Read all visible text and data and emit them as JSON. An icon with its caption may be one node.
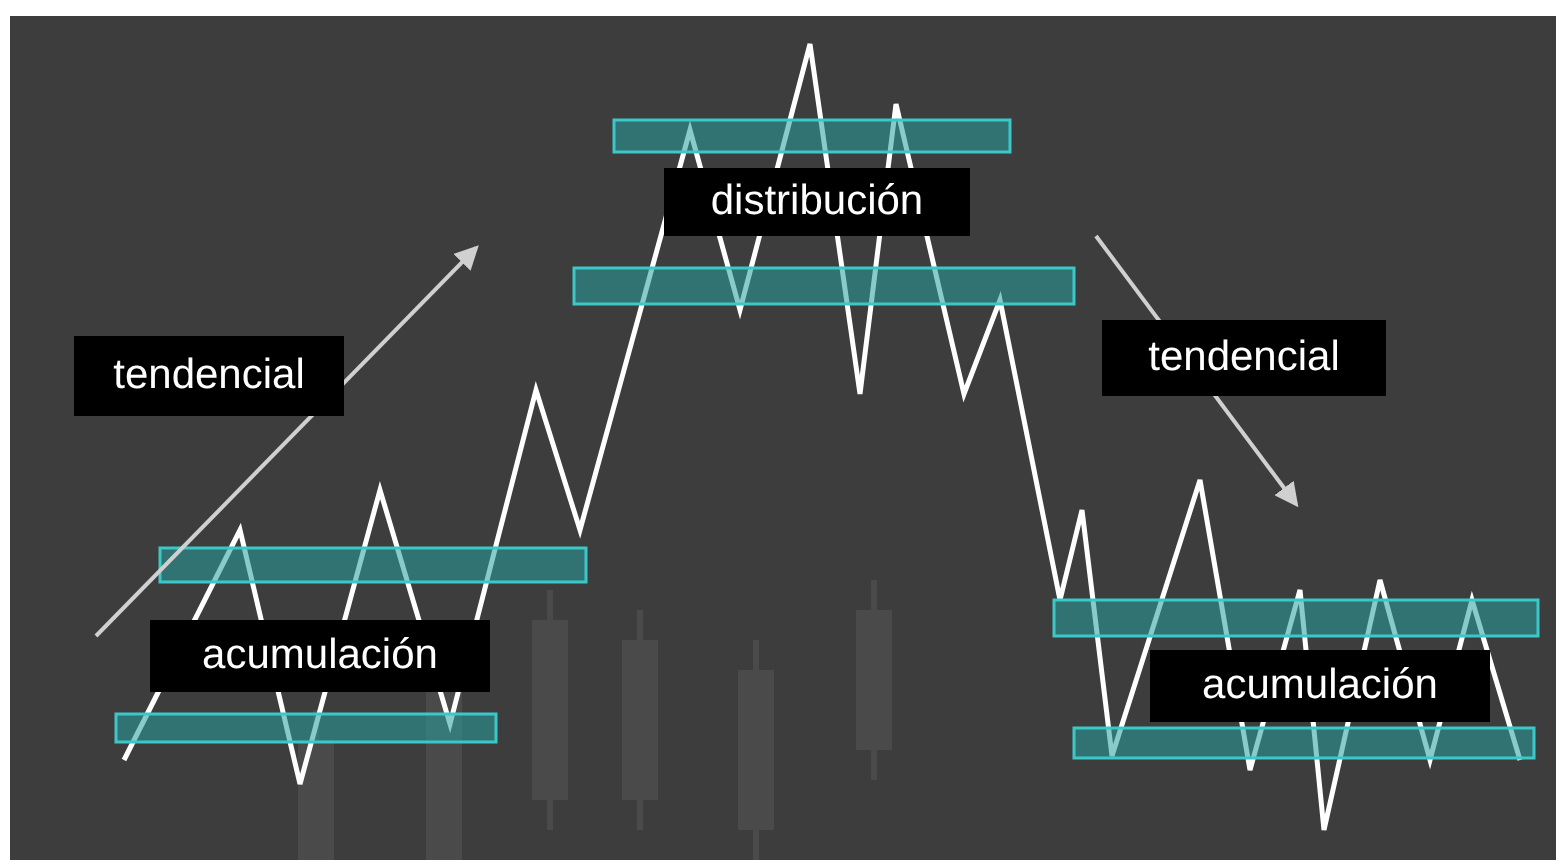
{
  "diagram": {
    "nodes": [
      {
        "text": [
          "distribución"
        ]
      },
      {
        "text": [
          "tendencial"
        ]
      },
      {
        "text": [
          "tendencial"
        ]
      },
      {
        "text": [
          "acumulación"
        ]
      },
      {
        "text": [
          "acumulación"
        ]
      }
    ]
  }
}
